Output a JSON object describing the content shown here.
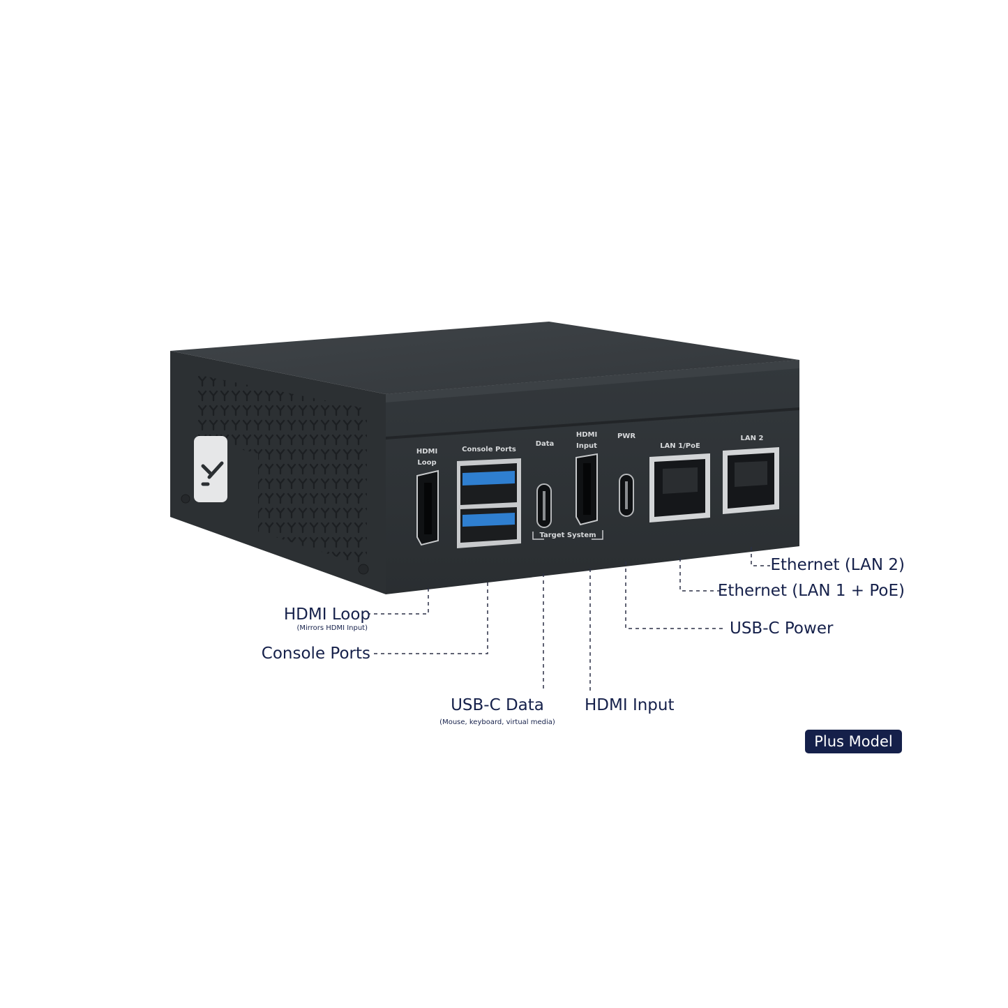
{
  "device": {
    "port_labels": {
      "hdmi_loop_line1": "HDMI",
      "hdmi_loop_line2": "Loop",
      "console_ports": "Console Ports",
      "data": "Data",
      "hdmi_input_line1": "HDMI",
      "hdmi_input_line2": "Input",
      "pwr": "PWR",
      "lan1": "LAN 1/PoE",
      "lan2": "LAN 2",
      "target_system": "Target System"
    },
    "colors": {
      "chassis_top": "#3a3f43",
      "chassis_front": "#2e3236",
      "chassis_side": "#2b2f32",
      "usb_blue": "#2f7fd0",
      "logo_bg": "#e6e7e8"
    },
    "logo_icon": "jetkvm-logo-icon"
  },
  "callouts": {
    "hdmi_loop": {
      "title": "HDMI Loop",
      "note": "(Mirrors HDMI Input)"
    },
    "console_ports": {
      "title": "Console Ports"
    },
    "usb_c_data": {
      "title": "USB-C Data",
      "note": "(Mouse, keyboard, virtual media)"
    },
    "hdmi_input": {
      "title": "HDMI Input"
    },
    "usb_c_power": {
      "title": "USB-C Power"
    },
    "ethernet_lan1": {
      "title": "Ethernet (LAN 1 + PoE)"
    },
    "ethernet_lan2": {
      "title": "Ethernet (LAN 2)"
    }
  },
  "badge": {
    "label": "Plus Model"
  }
}
